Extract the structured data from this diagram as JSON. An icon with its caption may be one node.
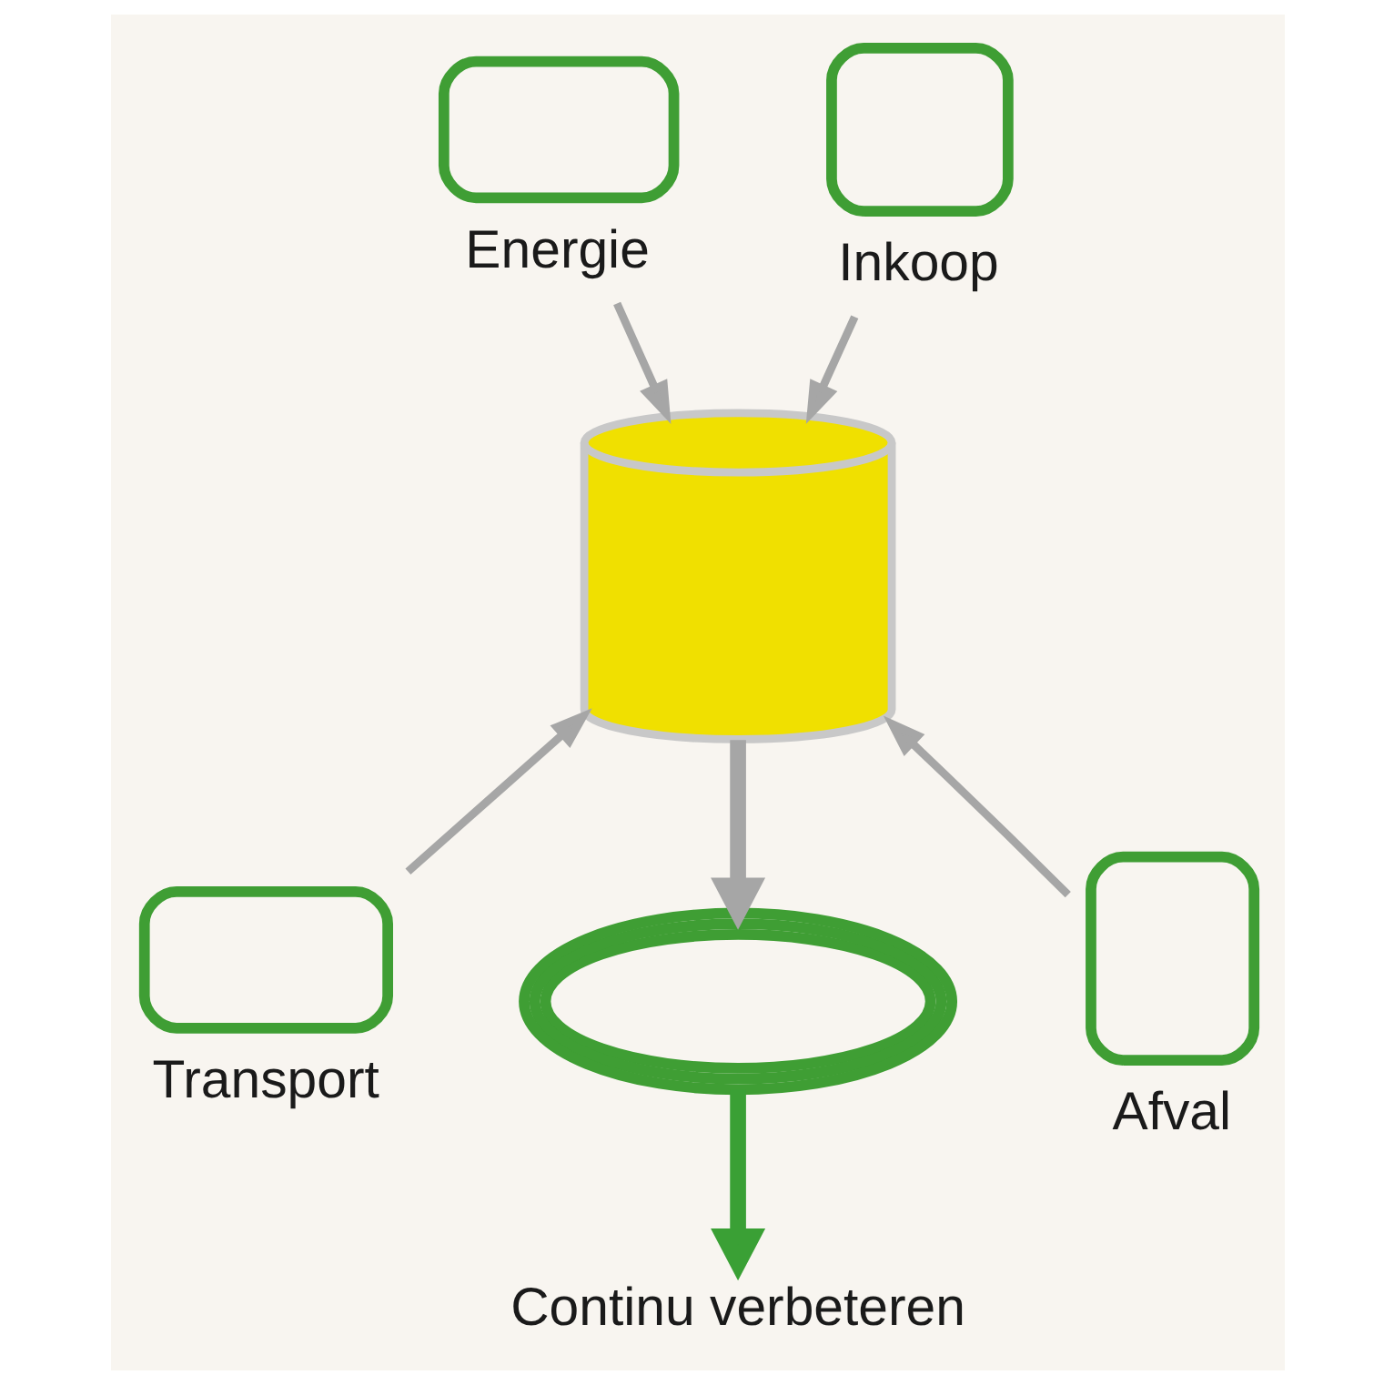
{
  "diagram": {
    "nodes": [
      {
        "text": [
          "Energie"
        ]
      },
      {
        "text": [],
        "shape": "cylinder"
      },
      {
        "text": [
          "Inkoop"
        ]
      },
      {
        "text": [
          "Transport"
        ]
      },
      {
        "text": [
          "Afval"
        ]
      },
      {
        "text": [],
        "shape": "picture"
      },
      {
        "text": [
          "Continu verbeteren"
        ]
      }
    ],
    "edges": [
      {
        "from": 0,
        "to": 1,
        "arrow": "to"
      },
      {
        "from": 2,
        "to": 1,
        "arrow": "to"
      },
      {
        "from": 3,
        "to": 1,
        "arrow": "to"
      },
      {
        "from": 4,
        "to": 1,
        "arrow": "to"
      },
      {
        "from": 1,
        "to": 5,
        "arrow": "to",
        "style": "thick"
      },
      {
        "from": 5,
        "to": 6,
        "arrow": "to",
        "style": "thick",
        "color": "#3aa035"
      }
    ]
  }
}
